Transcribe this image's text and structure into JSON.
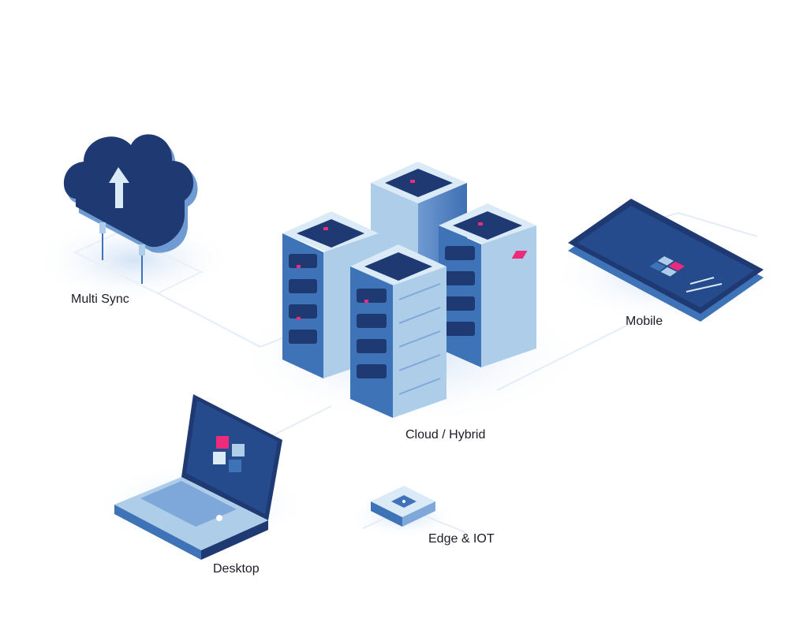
{
  "nodes": {
    "multi_sync": "Multi Sync",
    "mobile": "Mobile",
    "cloud_hybrid": "Cloud / Hybrid",
    "edge_iot": "Edge & IOT",
    "desktop": "Desktop"
  },
  "colors": {
    "dark_blue": "#1f3a73",
    "mid_blue": "#3f73b8",
    "light_blue": "#aecde9",
    "pale_blue": "#dbeaf7",
    "accent_pink": "#ee2a7b",
    "halo": "#dce9f8"
  },
  "icons": {
    "cloud": "cloud-upload-icon",
    "server": "server-rack-icon",
    "phone": "smartphone-icon",
    "laptop": "laptop-icon",
    "edge": "edge-device-icon"
  }
}
